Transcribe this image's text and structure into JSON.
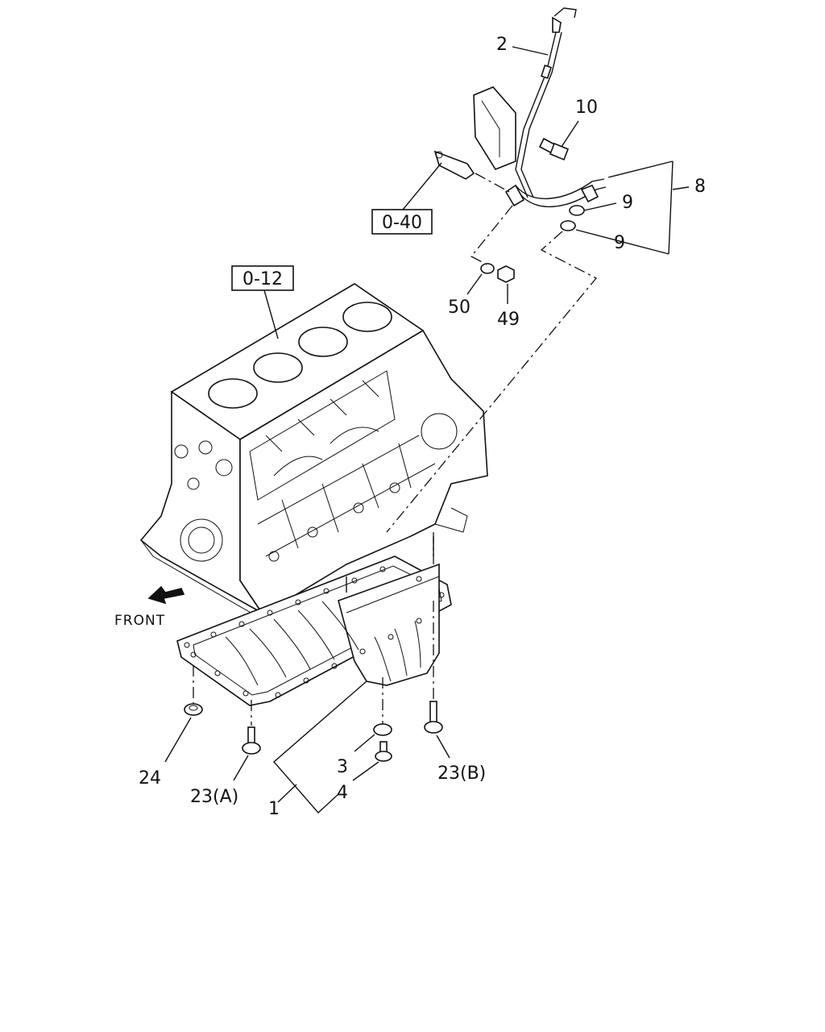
{
  "labels": {
    "oil_pan_assembly": "1",
    "level_gauge": "2",
    "drain_gasket": "3",
    "drain_plug": "4",
    "pipe_assembly": "8",
    "washer_upper": "9",
    "washer_lower": "9",
    "bolt_bracket": "10",
    "bolt_a": "23(A)",
    "bolt_b": "23(B)",
    "nut_pan": "24",
    "nut_pipe": "49",
    "washer_pipe": "50"
  },
  "references": {
    "cylinder_block": "0-12",
    "oil_strainer": "0-40"
  },
  "direction": {
    "text": "FRONT"
  }
}
